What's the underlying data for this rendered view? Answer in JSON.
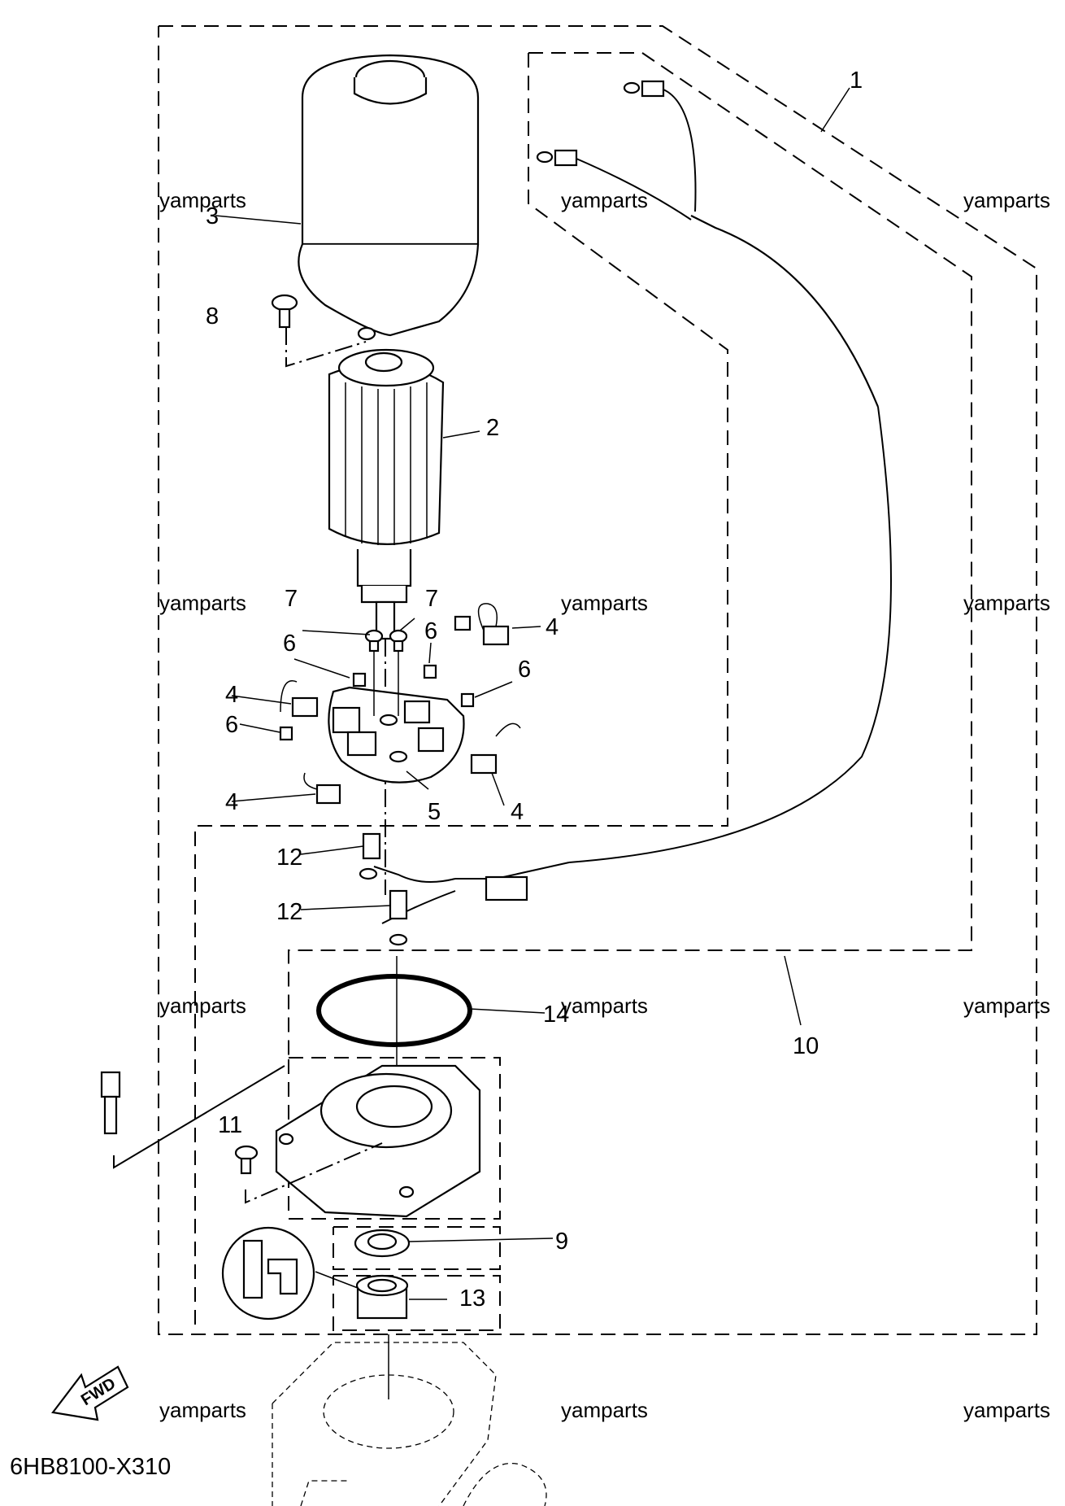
{
  "diagram_code": "6HB8100-X310",
  "watermark": "yamparts",
  "direction_label": "FWD",
  "callouts": {
    "c1": "1",
    "c2": "2",
    "c3": "3",
    "c4a": "4",
    "c4b": "4",
    "c4c": "4",
    "c4d": "4",
    "c5": "5",
    "c6a": "6",
    "c6b": "6",
    "c6c": "6",
    "c6d": "6",
    "c7a": "7",
    "c7b": "7",
    "c8": "8",
    "c9": "9",
    "c10": "10",
    "c11": "11",
    "c12a": "12",
    "c12b": "12",
    "c13": "13",
    "c14": "14"
  }
}
